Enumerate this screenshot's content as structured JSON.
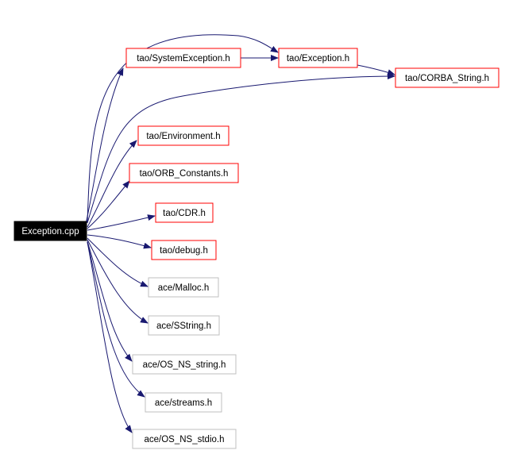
{
  "colors": {
    "edge": "#191970",
    "root_fill": "#000000",
    "root_text": "#ffffff",
    "documented_border": "#ff0000",
    "undocumented_border": "#bfbfbf",
    "node_fill": "#ffffff",
    "node_text": "#000000"
  },
  "root": {
    "id": "root",
    "label": "Exception.cpp",
    "kind": "root"
  },
  "nodes": [
    {
      "id": "system_exception",
      "label": "tao/SystemException.h",
      "kind": "documented"
    },
    {
      "id": "exception_h",
      "label": "tao/Exception.h",
      "kind": "documented"
    },
    {
      "id": "corba_string",
      "label": "tao/CORBA_String.h",
      "kind": "documented"
    },
    {
      "id": "environment",
      "label": "tao/Environment.h",
      "kind": "documented"
    },
    {
      "id": "orb_constants",
      "label": "tao/ORB_Constants.h",
      "kind": "documented"
    },
    {
      "id": "cdr",
      "label": "tao/CDR.h",
      "kind": "documented"
    },
    {
      "id": "debug",
      "label": "tao/debug.h",
      "kind": "documented"
    },
    {
      "id": "malloc",
      "label": "ace/Malloc.h",
      "kind": "undocumented"
    },
    {
      "id": "sstring",
      "label": "ace/SString.h",
      "kind": "undocumented"
    },
    {
      "id": "os_ns_string",
      "label": "ace/OS_NS_string.h",
      "kind": "undocumented"
    },
    {
      "id": "streams",
      "label": "ace/streams.h",
      "kind": "undocumented"
    },
    {
      "id": "os_ns_stdio",
      "label": "ace/OS_NS_stdio.h",
      "kind": "undocumented"
    }
  ],
  "edges": [
    {
      "from": "root",
      "to": "system_exception"
    },
    {
      "from": "root",
      "to": "exception_h"
    },
    {
      "from": "root",
      "to": "corba_string"
    },
    {
      "from": "root",
      "to": "environment"
    },
    {
      "from": "root",
      "to": "orb_constants"
    },
    {
      "from": "root",
      "to": "cdr"
    },
    {
      "from": "root",
      "to": "debug"
    },
    {
      "from": "root",
      "to": "malloc"
    },
    {
      "from": "root",
      "to": "sstring"
    },
    {
      "from": "root",
      "to": "os_ns_string"
    },
    {
      "from": "root",
      "to": "streams"
    },
    {
      "from": "root",
      "to": "os_ns_stdio"
    },
    {
      "from": "system_exception",
      "to": "exception_h"
    },
    {
      "from": "exception_h",
      "to": "corba_string"
    }
  ]
}
